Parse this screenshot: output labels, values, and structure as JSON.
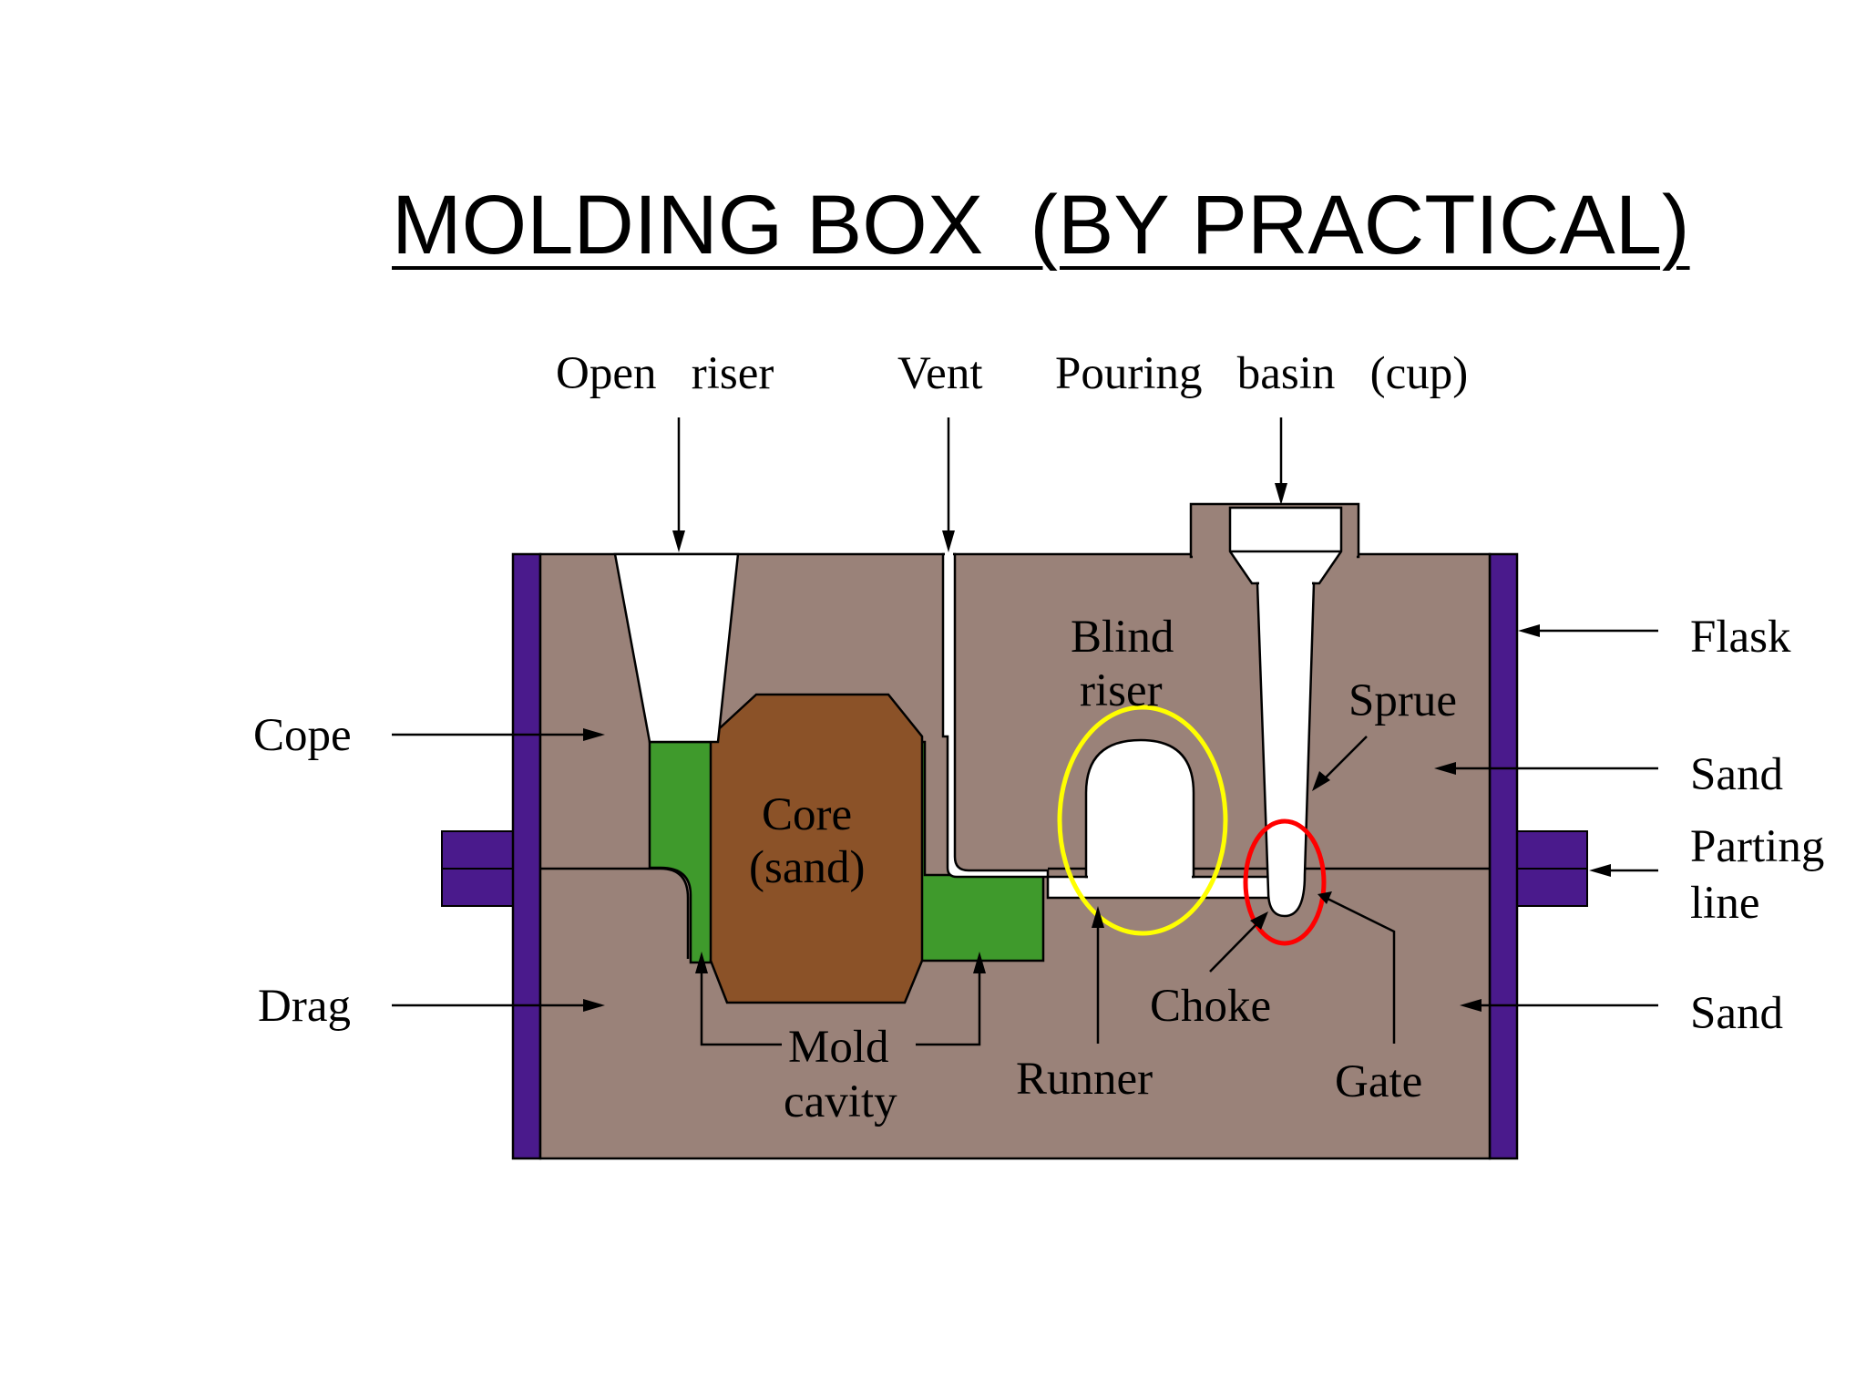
{
  "title": "MOLDING BOX  (BY PRACTICAL)",
  "labels": {
    "open_riser": "Open   riser",
    "vent": "Vent",
    "pouring_basin": "Pouring   basin   (cup)",
    "cope": "Cope",
    "drag": "Drag",
    "blind_riser_1": "Blind",
    "blind_riser_2": "riser",
    "sprue": "Sprue",
    "core_1": "Core",
    "core_2": "(sand)",
    "flask": "Flask",
    "sand_top": "Sand",
    "parting_1": "Parting",
    "parting_2": "line",
    "sand_bottom": "Sand",
    "choke": "Choke",
    "mold_1": "Mold",
    "mold_2": "cavity",
    "runner": "Runner",
    "gate": "Gate"
  },
  "colors": {
    "sand": "#9a8279",
    "flask": "#4a1a8c",
    "core": "#8b5228",
    "mold_cavity": "#3f9a2c",
    "highlight_blind_riser": "#ffff00",
    "highlight_choke": "#ff0000"
  }
}
